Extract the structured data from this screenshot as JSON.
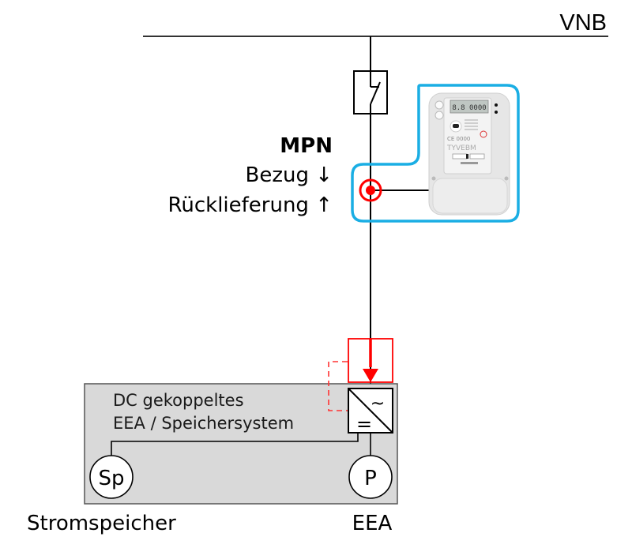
{
  "diagram": {
    "grid_label": "VNB",
    "measurement_point": {
      "title": "MPN",
      "line1": "Bezug ↓",
      "line2": "Rücklieferung ↑"
    },
    "system_box": {
      "line1": "DC gekoppeltes",
      "line2": "EEA / Speichersystem"
    },
    "inverter": {
      "ac_symbol": "~",
      "dc_symbol": "="
    },
    "storage_circle": "Sp",
    "generator_circle": "P",
    "storage_label": "Stromspeicher",
    "generator_label": "EEA",
    "colors": {
      "meter_outline": "#1aaee4",
      "measurement_marker": "#ff0000",
      "system_fill": "#d9d9d9",
      "line": "#000000"
    }
  }
}
